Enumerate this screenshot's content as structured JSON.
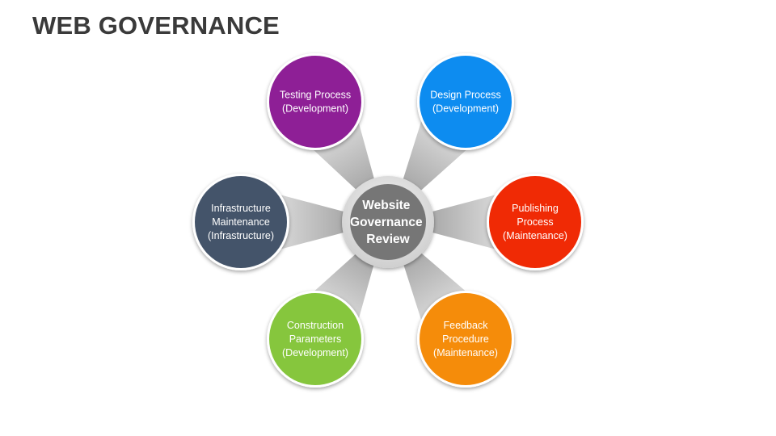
{
  "slide": {
    "title": "WEB GOVERNANCE"
  },
  "hub": {
    "lines": [
      "Website",
      "Governance",
      "Review"
    ],
    "color": "#767676"
  },
  "nodes": [
    {
      "id": "testing-process",
      "lines": [
        "Testing Process",
        "(Development)"
      ],
      "color": "#8e1f96"
    },
    {
      "id": "design-process",
      "lines": [
        "Design Process",
        "(Development)"
      ],
      "color": "#0d8cf0"
    },
    {
      "id": "publishing-process",
      "lines": [
        "Publishing",
        "Process",
        "(Maintenance)"
      ],
      "color": "#f02a05"
    },
    {
      "id": "feedback-procedure",
      "lines": [
        "Feedback",
        "Procedure",
        "(Maintenance)"
      ],
      "color": "#f58c0a"
    },
    {
      "id": "construction-parameters",
      "lines": [
        "Construction",
        "Parameters",
        "(Development)"
      ],
      "color": "#86c63d"
    },
    {
      "id": "infrastructure-maintenance",
      "lines": [
        "Infrastructure",
        "Maintenance",
        "(Infrastructure)"
      ],
      "color": "#44546a"
    }
  ]
}
